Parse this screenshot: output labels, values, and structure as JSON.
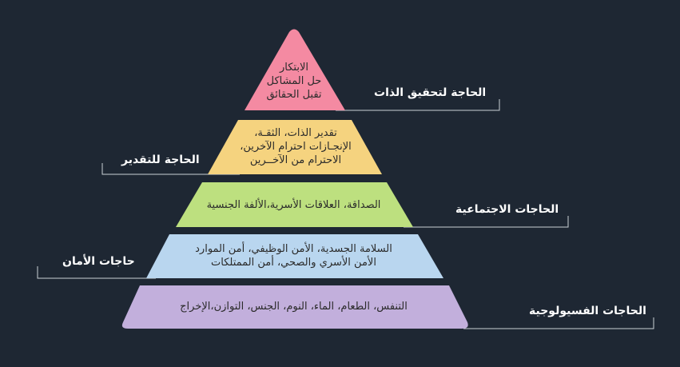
{
  "colors": {
    "background": "#1e2733",
    "tier1": "#f48aa2",
    "tier2": "#f5d37f",
    "tier3": "#bde07f",
    "tier4": "#b9d6ef",
    "tier5": "#c2afdc",
    "bracket_line": "#c9d0d6"
  },
  "tiers": [
    {
      "label": "الحاجة لتحقيق الذات",
      "lines": [
        "الابتكار",
        "حل المشاكل",
        "تقبل الحقائق"
      ]
    },
    {
      "label": "الحاجة للتقدير",
      "lines": [
        "تقدير الذات، الثقـة،",
        "الإنجـازات احترام الآخرين،",
        "الاحترام من الآخــرين"
      ]
    },
    {
      "label": "الحاجات الاجتماعية",
      "lines": [
        "الصداقة، العلاقات الأسرية،الألفة الجنسية"
      ]
    },
    {
      "label": "حاجات الأمان",
      "lines": [
        "السلامة الجسدية، الأمن الوظيفي، أمن الموارد",
        "الأمن الأسري والصحي، أمن الممتلكات"
      ]
    },
    {
      "label": "الحاجات الفسيولوجية",
      "lines": [
        "التنفس، الطعام، الماء، النوم، الجنس، التوازن،الإخراج"
      ]
    }
  ]
}
